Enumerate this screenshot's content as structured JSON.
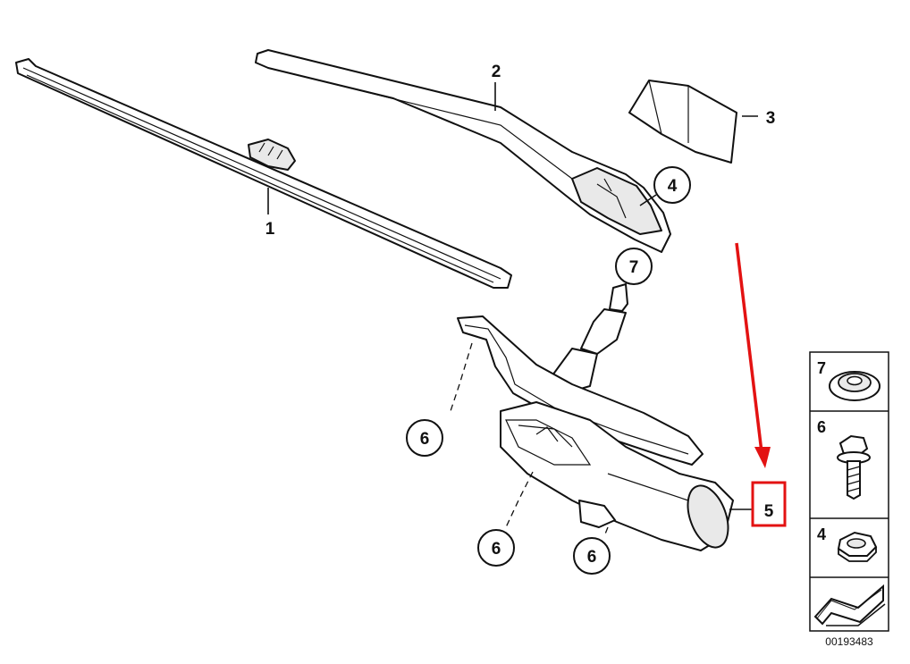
{
  "callouts": {
    "c1": "1",
    "c2": "2",
    "c3": "3",
    "c4": "4",
    "c5": "5",
    "c6a": "6",
    "c6b": "6",
    "c6c": "6",
    "c7": "7"
  },
  "side_panel": {
    "items": [
      {
        "number": "7",
        "icon": "washer-nut-icon"
      },
      {
        "number": "6",
        "icon": "hex-bolt-icon"
      },
      {
        "number": "4",
        "icon": "hex-nut-icon"
      }
    ],
    "arrow_icon": "direction-arrow-icon",
    "reference": "00193483"
  },
  "colors": {
    "highlight": "#e31212",
    "line": "#111111"
  }
}
